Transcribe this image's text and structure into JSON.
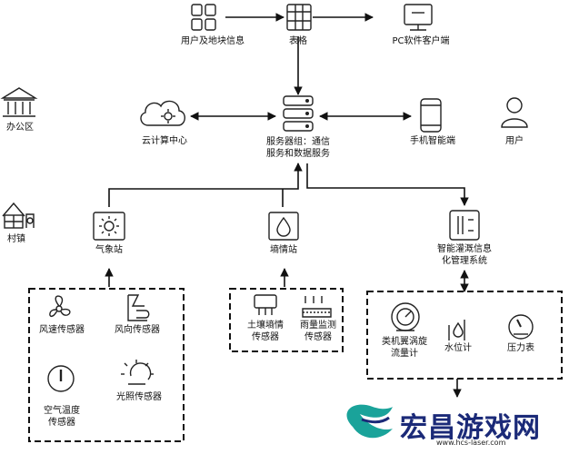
{
  "nodes": {
    "user_land_info": "用户及地块信息",
    "table": "表格",
    "pc_client": "PC软件客户端",
    "office": "办公区",
    "cloud_center": "云计算中心",
    "server_group_line1": "服务器组：通信",
    "server_group_line2": "服务和数据服务",
    "mobile_client": "手机智能端",
    "user": "用户",
    "village": "村镇",
    "weather_station": "气象站",
    "soil_station": "墒情站",
    "irrigation_line1": "智能灌溉信息",
    "irrigation_line2": "化管理系统"
  },
  "sensors": {
    "wind_speed": "风速传感器",
    "wind_direction": "风向传感器",
    "air_temp_line1": "空气温度",
    "air_temp_line2": "传感器",
    "light": "光照传感器",
    "soil_moisture_line1": "土壤墒情",
    "soil_moisture_line2": "传感器",
    "rain_line1": "雨量监测",
    "rain_line2": "传感器",
    "vortex_line1": "类机翼涡旋",
    "vortex_line2": "流量计",
    "water_level": "水位计",
    "pressure": "压力表"
  },
  "watermark": {
    "text": "宏昌游戏网",
    "url": "www.hcs-laser.com"
  },
  "colors": {
    "line": "#111111",
    "watermark_blue": "#1b2a78",
    "watermark_teal": "#1aa39a"
  }
}
